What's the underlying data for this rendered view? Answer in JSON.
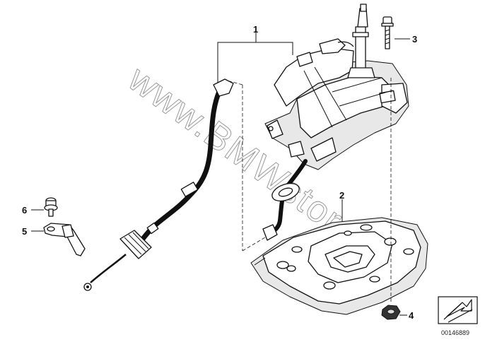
{
  "callouts": [
    {
      "id": "1",
      "label": "1"
    },
    {
      "id": "2",
      "label": "2"
    },
    {
      "id": "3",
      "label": "3"
    },
    {
      "id": "4",
      "label": "4"
    },
    {
      "id": "5",
      "label": "5"
    },
    {
      "id": "6",
      "label": "6"
    }
  ],
  "watermark": "www.BMWstore.pl",
  "diagram_number": "00146889",
  "icons": {
    "navigation": "arrow-box-icon"
  }
}
